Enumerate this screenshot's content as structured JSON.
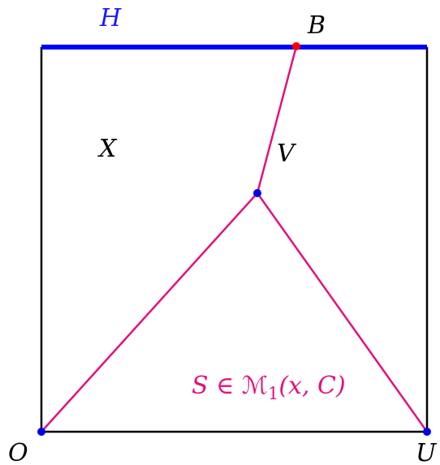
{
  "labels": {
    "H": "H",
    "B": "B",
    "X": "X",
    "V": "V",
    "O": "O",
    "U": "U",
    "S_prefix": "S ∈ ",
    "S_calM": "ℳ",
    "S_sub": "1",
    "S_args": "(x, C)"
  },
  "colors": {
    "frame": "#000000",
    "top_edge": "#0000ff",
    "curve": "#e0137f",
    "point_blue": "#0000ee",
    "point_red": "#ff0000",
    "label_H": "#1a1aff",
    "label_black": "#000000",
    "label_S": "#e0137f"
  }
}
